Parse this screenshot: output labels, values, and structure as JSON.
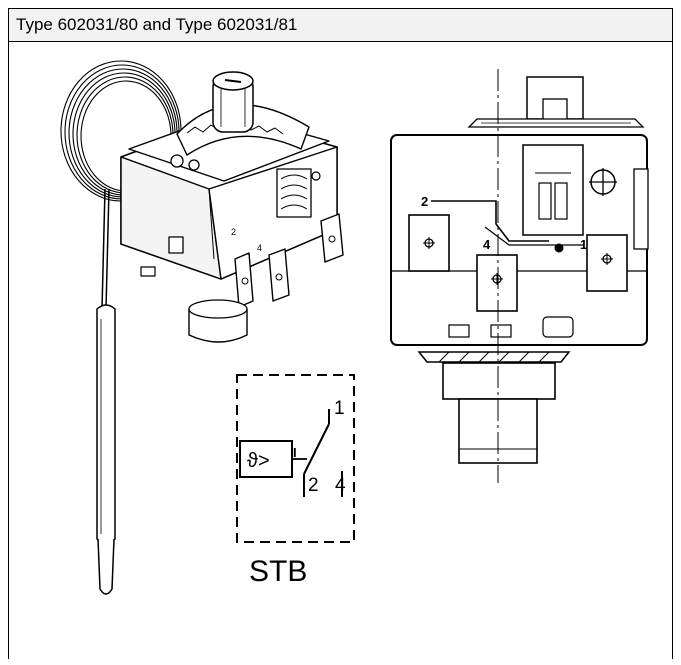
{
  "header": {
    "title": "Type 602031/80 and Type 602031/81"
  },
  "schematic": {
    "symbol": "ϑ>",
    "reset_mark": "I",
    "terminal_1": "1",
    "terminal_2": "2",
    "terminal_4": "4",
    "caption": "STB"
  },
  "front_view": {
    "terminal_2": "2",
    "terminal_4": "4",
    "terminal_1": "1"
  }
}
